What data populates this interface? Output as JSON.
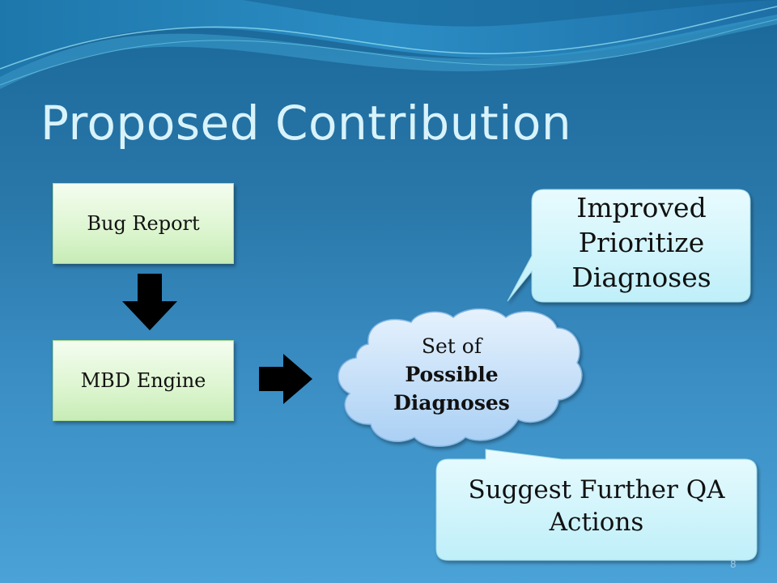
{
  "slide": {
    "title": "Proposed Contribution",
    "page_number": "8"
  },
  "flow": {
    "bug_report": "Bug Report",
    "engine": "MBD Engine"
  },
  "cloud": {
    "line1": "Set of",
    "line2": "Possible",
    "line3": "Diagnoses"
  },
  "callouts": {
    "top": {
      "line1": "Improved",
      "line2": "Prioritize",
      "line3": "Diagnoses"
    },
    "bottom": {
      "line1": "Suggest Further QA",
      "line2": "Actions"
    }
  },
  "colors": {
    "background_top": "#1a6799",
    "background_bottom": "#4aa2d6",
    "title": "#d8f3fb",
    "box_fill": "#dcf5cf",
    "cloud_fill": "#bfdcf8",
    "callout_fill": "#d7f6fc"
  },
  "icons": [
    "arrow-down-icon",
    "arrow-right-icon"
  ]
}
